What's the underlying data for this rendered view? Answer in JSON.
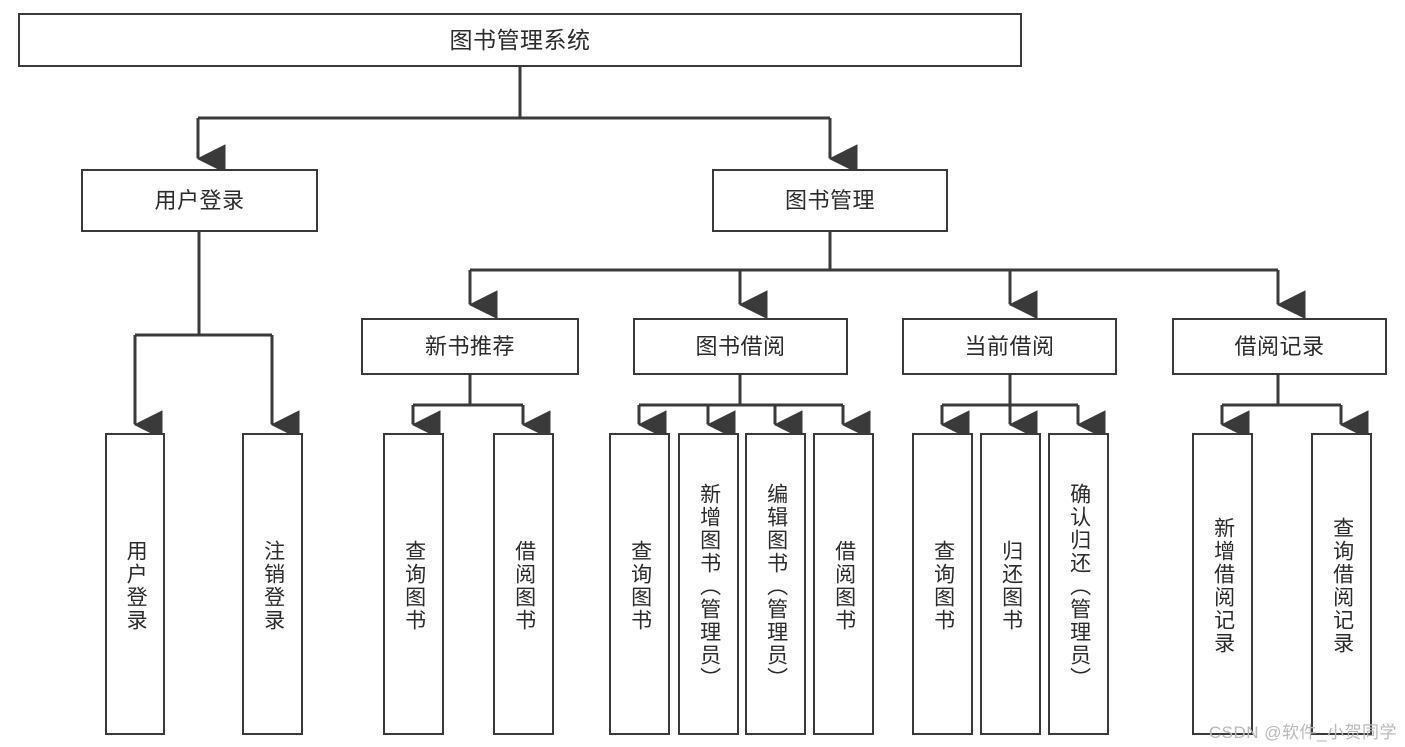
{
  "diagram": {
    "type": "tree",
    "title": "图书管理系统",
    "watermark": "CSDN @软件_小贺同学",
    "colors": {
      "box_border": "#3a3a3a",
      "box_fill": "#ffffff",
      "line": "#3a3a3a",
      "text": "#2b2b2b",
      "watermark": "#b9b9b9"
    },
    "levels": {
      "root": {
        "label": "图书管理系统"
      },
      "level2": [
        {
          "label": "用户登录"
        },
        {
          "label": "图书管理"
        }
      ],
      "level3": [
        {
          "label": "新书推荐"
        },
        {
          "label": "图书借阅"
        },
        {
          "label": "当前借阅"
        },
        {
          "label": "借阅记录"
        }
      ],
      "leaves": {
        "user_login": [
          {
            "label": "用户登录"
          },
          {
            "label": "注销登录"
          }
        ],
        "new_books": [
          {
            "label": "查询图书"
          },
          {
            "label": "借阅图书"
          }
        ],
        "book_borrow": [
          {
            "label": "查询图书"
          },
          {
            "label": "新增图书（管理员）"
          },
          {
            "label": "编辑图书（管理员）"
          },
          {
            "label": "借阅图书"
          }
        ],
        "current_borrow": [
          {
            "label": "查询图书"
          },
          {
            "label": "归还图书"
          },
          {
            "label": "确认归还（管理员）"
          }
        ],
        "borrow_records": [
          {
            "label": "新增借阅记录"
          },
          {
            "label": "查询借阅记录"
          }
        ]
      }
    }
  }
}
